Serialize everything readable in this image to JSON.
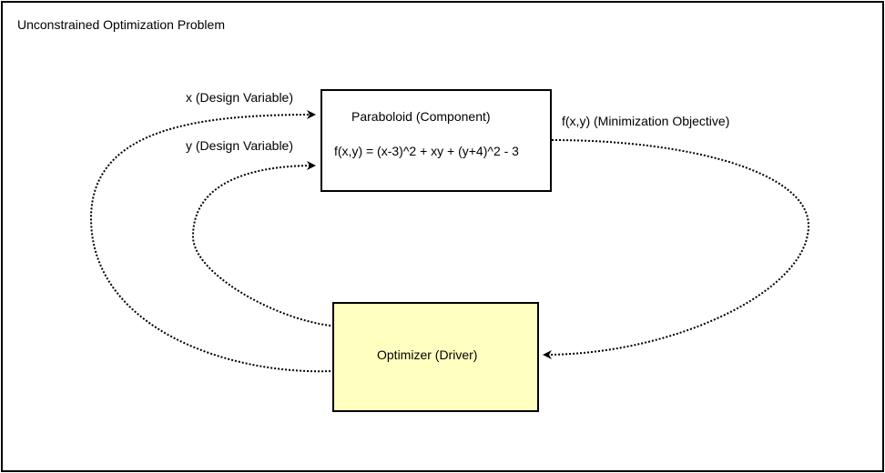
{
  "diagram": {
    "title": "Unconstrained Optimization Problem",
    "component": {
      "title": "Paraboloid (Component)",
      "formula": "f(x,y) = (x-3)^2 + xy + (y+4)^2 - 3"
    },
    "driver": {
      "label": "Optimizer (Driver)"
    },
    "edges": {
      "x_label": "x (Design Variable)",
      "y_label": "y (Design Variable)",
      "f_label": "f(x,y) (Minimization Objective)"
    },
    "colors": {
      "driver_fill": "#ffffc0",
      "stroke": "#000000",
      "background": "#ffffff"
    }
  }
}
